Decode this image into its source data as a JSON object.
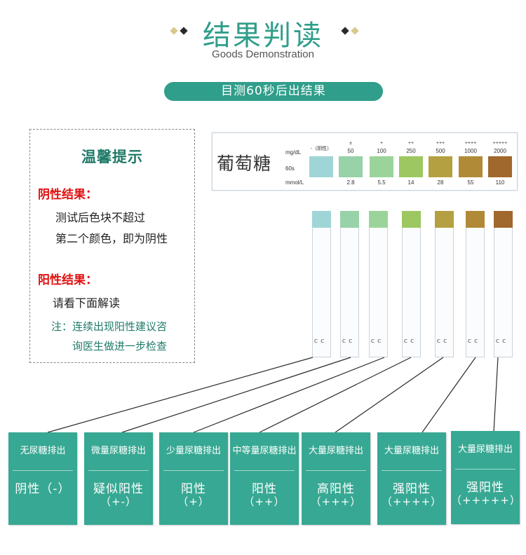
{
  "header": {
    "title": "结果判读",
    "subtitle": "Goods Demonstration",
    "banner": "目测60秒后出结果"
  },
  "tips": {
    "title": "温馨提示",
    "negative_heading": "阴性结果：",
    "negative_line1": "测试后色块不超过",
    "negative_line2": "第二个颜色，即为阴性",
    "positive_heading": "阳性结果：",
    "positive_line1": "请看下面解读",
    "note_line1": "注：连续出现阳性建议咨",
    "note_line2": "询医生做进一步检查"
  },
  "chart": {
    "name": "葡萄糖",
    "unit_mgdl": "mg/dL",
    "unit_time": "60s",
    "unit_mmol": "mmol/L",
    "levels": [
      {
        "sym": "-（阴性）",
        "mgdl": "",
        "mmol": "",
        "color": "#9fd5d6"
      },
      {
        "sym": "±",
        "mgdl": "50",
        "mmol": "2.8",
        "color": "#97d2a8"
      },
      {
        "sym": "+",
        "mgdl": "100",
        "mmol": "5.5",
        "color": "#9bd49a"
      },
      {
        "sym": "++",
        "mgdl": "250",
        "mmol": "14",
        "color": "#9dc761"
      },
      {
        "sym": "+++",
        "mgdl": "500",
        "mmol": "28",
        "color": "#b4a041"
      },
      {
        "sym": "++++",
        "mgdl": "1000",
        "mmol": "55",
        "color": "#b18a37"
      },
      {
        "sym": "+++++",
        "mgdl": "2000",
        "mmol": "110",
        "color": "#a0682c"
      }
    ]
  },
  "strips": {
    "mark": "ᑕ ᑕ",
    "pad_colors": [
      "#9fd5d6",
      "#97d2a8",
      "#9bd49a",
      "#9dc761",
      "#b4a041",
      "#b18a37",
      "#a0682c"
    ]
  },
  "cards": [
    {
      "label": "无尿糖排出",
      "result": "阴性（-）",
      "symbol": ""
    },
    {
      "label": "微量尿糖排出",
      "result": "疑似阳性",
      "symbol": "（+-）"
    },
    {
      "label": "少量尿糖排出",
      "result": "阳性",
      "symbol": "（+）"
    },
    {
      "label": "中等量尿糖排出",
      "result": "阳性",
      "symbol": "（++）"
    },
    {
      "label": "大量尿糖排出",
      "result": "高阳性",
      "symbol": "（+++）"
    },
    {
      "label": "大量尿糖排出",
      "result": "强阳性",
      "symbol": "（++++）"
    },
    {
      "label": "大量尿糖排出",
      "result": "强阳性",
      "symbol": "（+++++）"
    }
  ],
  "colors": {
    "brand_teal": "#2f9e8a",
    "card_teal": "#37a893",
    "alert_red": "#e01010"
  }
}
